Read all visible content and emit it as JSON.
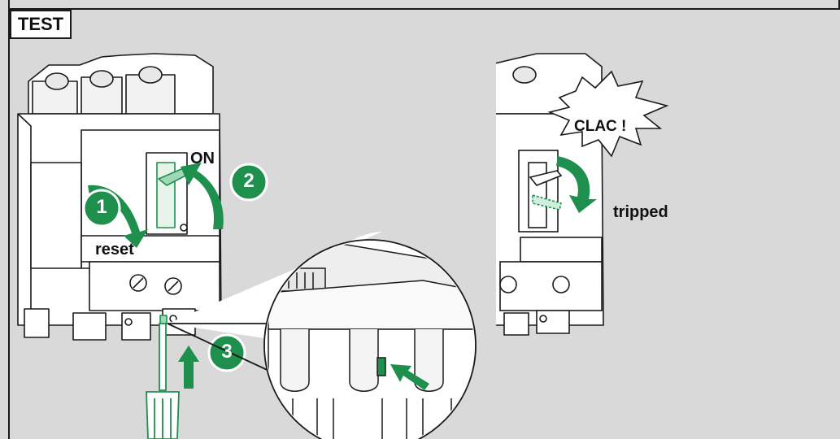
{
  "title": "TEST",
  "labels": {
    "reset": "reset",
    "on": "ON",
    "clac": "CLAC !",
    "tripped": "tripped"
  },
  "steps": [
    "1",
    "2",
    "3"
  ],
  "colors": {
    "background": "#d9d9da",
    "accent_green": "#1e8f4c",
    "green_light": "#9fd8b6",
    "line": "#1a1a1a",
    "breaker": "#ffffff"
  },
  "icons": [
    "circuit-breaker",
    "screwdriver",
    "arrow-up-icon",
    "rotate-arrow-icon",
    "callout-magnifier",
    "burst-callout"
  ]
}
